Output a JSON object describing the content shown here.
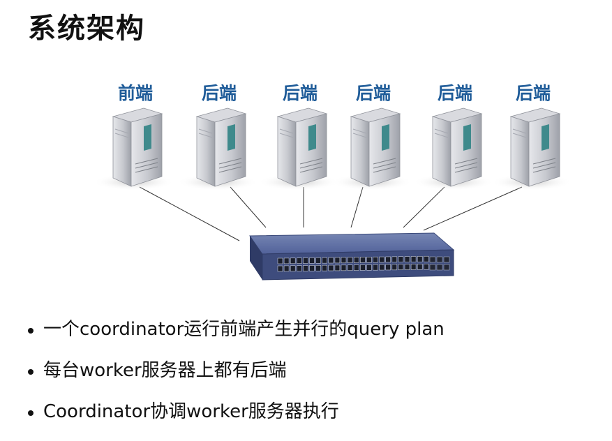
{
  "title": "系统架构",
  "colors": {
    "label": "#1f5c99",
    "switch_body": "#4a5a8c",
    "switch_front": "#3b4a7a",
    "server_front": "#b9bcc4",
    "server_side": "#8a8d96",
    "server_panel": "#3f8a8c",
    "wire": "#333333"
  },
  "servers": [
    {
      "label": "前端",
      "icon": "server-icon"
    },
    {
      "label": "后端",
      "icon": "server-icon"
    },
    {
      "label": "后端",
      "icon": "server-icon"
    },
    {
      "label": "后端",
      "icon": "server-icon"
    },
    {
      "label": "后端",
      "icon": "server-icon"
    },
    {
      "label": "后端",
      "icon": "server-icon"
    }
  ],
  "switch": {
    "icon": "network-switch-icon",
    "ports": 48
  },
  "bullets": [
    "一个coordinator运行前端产生并行的query plan",
    "每台worker服务器上都有后端",
    "Coordinator协调worker服务器执行"
  ]
}
